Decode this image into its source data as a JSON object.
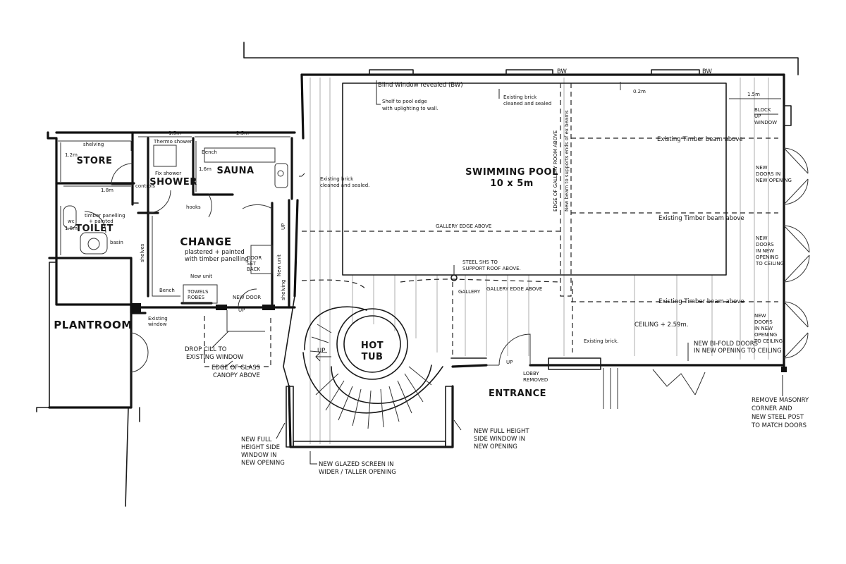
{
  "rooms": {
    "store": "STORE",
    "shower": "SHOWER",
    "sauna": "SAUNA",
    "toilet": "TOILET",
    "change": "CHANGE",
    "plantroom": "PLANTROOM",
    "swimming_pool": "SWIMMING POOL",
    "pool_size": "10 x 5m",
    "hot_tub_1": "HOT",
    "hot_tub_2": "TUB",
    "entrance": "ENTRANCE"
  },
  "dimensions": {
    "d_1_5m_top": "1.5m",
    "d_2_5m": "2.5m",
    "d_1_8m_store": "1.8m",
    "d_1_2m": "1.2m",
    "d_1_8m_toilet": "1.8m",
    "d_1_6m": "1.6m",
    "d_0_2m": "0.2m",
    "d_1_5m_right": "1.5m",
    "bw_1": "BW",
    "bw_2": "BW"
  },
  "notes": {
    "shelving": "shelving",
    "bench_sauna": "Bench",
    "thermo_shower": "Thermo shower",
    "fixed_shower": "Fix shower",
    "controls": "controls",
    "hooks": "hooks",
    "wc": "wc",
    "timber_1": "timber panelling",
    "timber_2": "+ painted",
    "basin": "basin",
    "shelves": "shelves",
    "change_sub_1": "plastered + painted",
    "change_sub_2": "with timber panelling",
    "door_set_1": "DOOR",
    "door_set_2": "SET",
    "door_set_3": "BACK",
    "new_unit": "New unit",
    "towels_1": "TOWELS",
    "towels_2": "ROBES",
    "bench_change": "Bench",
    "new_door": "NEW DOOR",
    "shelving_v": "shelving",
    "new_unit_v": "New unit",
    "up_stair_left": "UP",
    "up_change": "UP",
    "up_hot_tub": "UP",
    "up_lobby": "UP",
    "existing_window_1": "Existing",
    "existing_window_2": "window",
    "drop_cill_1": "DROP CILL TO",
    "drop_cill_2": "EXISTING WINDOW",
    "canopy_1": "EDGE OF GLASS",
    "canopy_2": "CANOPY ABOVE",
    "blind_window": "Blind Window revealed (BW)",
    "shelf_1": "Shelf to pool edge",
    "shelf_2": "with uplighting to wall.",
    "ex_brick_top_1": "Existing brick",
    "ex_brick_top_2": "cleaned and sealed",
    "ex_brick_left_1": "Existing brick",
    "ex_brick_left_2": "cleaned and sealed.",
    "gallery_edge_1": "GALLERY EDGE ABOVE",
    "gallery_edge_2": "GALLERY EDGE ABOVE",
    "gallery_small": "GALLERY",
    "gallery_vertical": "EDGE OF GALLERY ROOM ABOVE",
    "new_beam_vertical": "New beam to supports ends of ex beams",
    "beam_1": "Existing Timber beam above",
    "beam_2": "Existing Timber beam above",
    "beam_3": "Existing Timber beam above",
    "steel_1": "STEEL SHS TO",
    "steel_2": "SUPPORT ROOF ABOVE.",
    "ceiling": "CEILING + 2.59m.",
    "existing_brick": "Existing brick.",
    "lobby_1": "LOBBY",
    "lobby_2": "REMOVED",
    "block_1": "BLOCK",
    "block_2": "UP",
    "block_3": "WINDOW",
    "new_doors_1a": "NEW",
    "new_doors_1b": "DOORS IN",
    "new_doors_1c": "NEW OPENING",
    "new_doors_2a": "NEW",
    "new_doors_2b": "DOORS",
    "new_doors_2c": "IN NEW",
    "new_doors_2d": "OPENING",
    "new_doors_2e": "TO CEILING",
    "new_doors_3a": "NEW",
    "new_doors_3b": "DOORS",
    "new_doors_3c": "IN NEW",
    "new_doors_3d": "OPENING",
    "new_doors_3e": "TO CEILING",
    "bifold_1": "NEW BI-FOLD DOORS",
    "bifold_2": "IN NEW OPENING TO CEILING",
    "remove_1": "REMOVE MASONRY",
    "remove_2": "CORNER AND",
    "remove_3": "NEW STEEL POST",
    "remove_4": "TO MATCH DOORS",
    "side_left_1": "NEW FULL",
    "side_left_2": "HEIGHT SIDE",
    "side_left_3": "WINDOW IN",
    "side_left_4": "NEW OPENING",
    "side_right_1": "NEW FULL HEIGHT",
    "side_right_2": "SIDE WINDOW IN",
    "side_right_3": "NEW OPENING",
    "glazed_1": "NEW GLAZED SCREEN IN",
    "glazed_2": "WIDER / TALLER OPENING"
  }
}
